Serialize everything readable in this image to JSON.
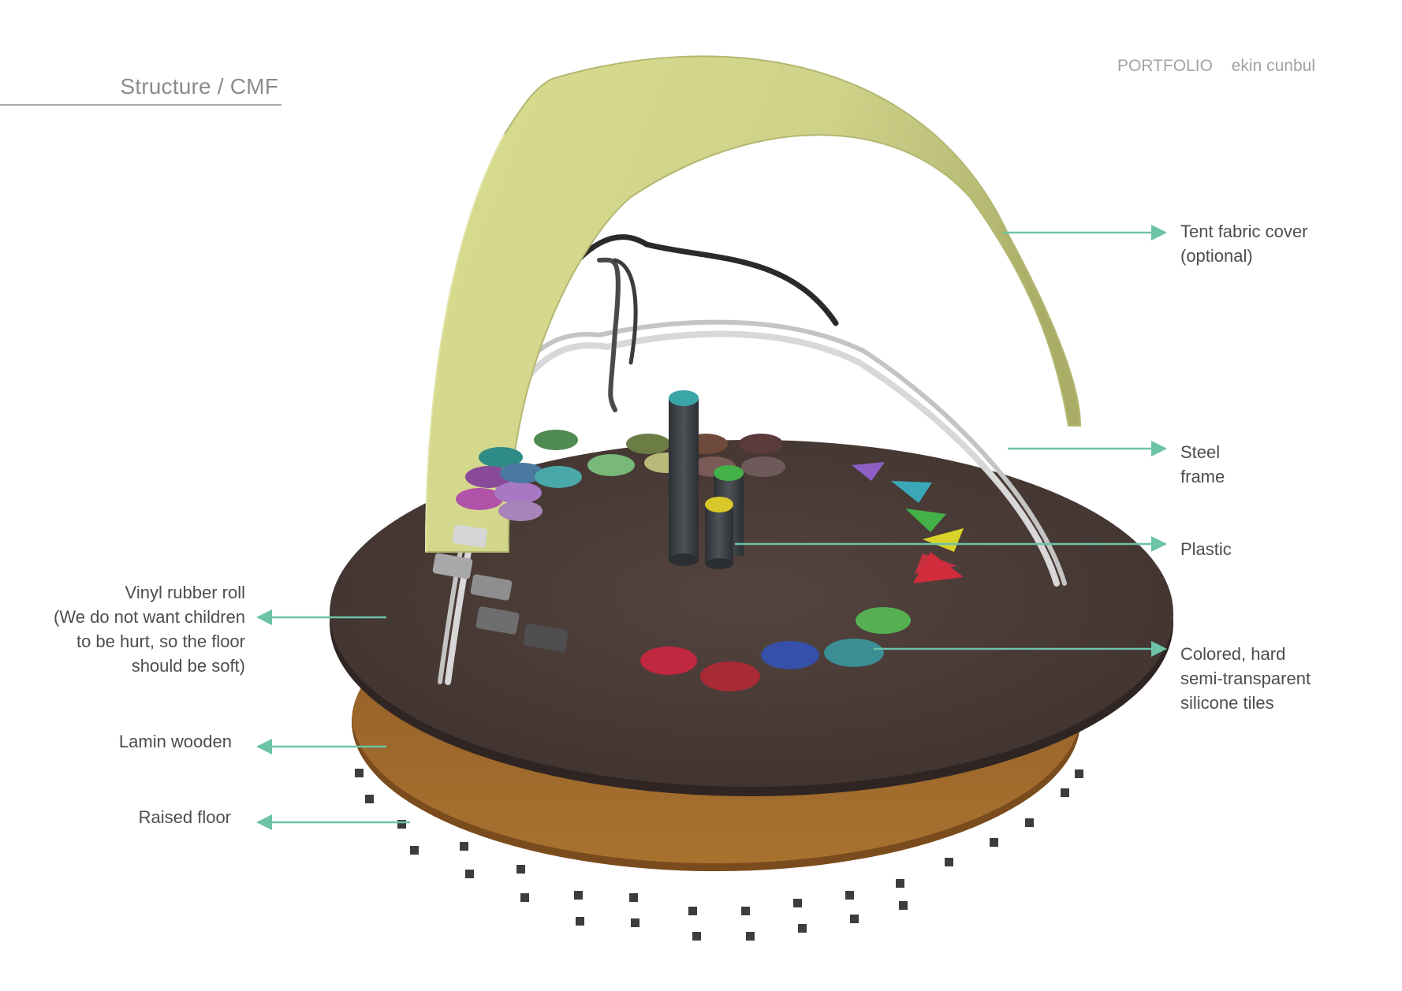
{
  "header": {
    "section_title": "Structure / CMF",
    "portfolio": "PORTFOLIO",
    "author": "ekin cunbul"
  },
  "labels": {
    "tent": [
      "Tent fabric cover",
      "(optional)"
    ],
    "steel": [
      "Steel",
      "frame"
    ],
    "plastic": [
      "Plastic"
    ],
    "tiles": [
      "Colored, hard",
      "semi-transparent",
      "silicone tiles"
    ],
    "vinyl": [
      "Vinyl rubber roll",
      "(We do not want children",
      "to be hurt, so the floor",
      "should be soft)"
    ],
    "lamin": [
      "Lamin wooden"
    ],
    "raised": [
      "Raised floor"
    ]
  },
  "colors": {
    "leader": "#6cc3a8",
    "tent": "#d6d98a",
    "floor": "#4a3c3a",
    "wood": "#a26a2c"
  }
}
